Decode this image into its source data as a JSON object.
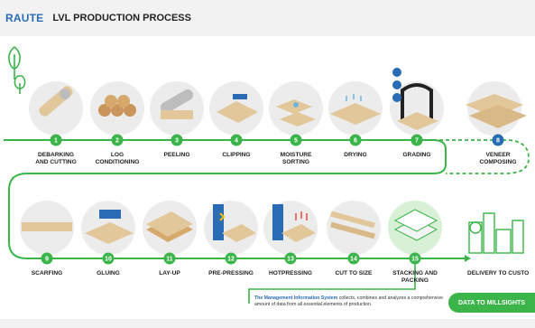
{
  "header": {
    "logo": "RAUTE",
    "title": "LVL PRODUCTION PROCESS"
  },
  "steps": [
    {
      "number": "1",
      "label_lines": [
        "DEBARKING",
        "AND CUTTING"
      ]
    },
    {
      "number": "2",
      "label_lines": [
        "LOG",
        "CONDITIONING"
      ]
    },
    {
      "number": "3",
      "label_lines": [
        "PEELING"
      ]
    },
    {
      "number": "4",
      "label_lines": [
        "CLIPPING"
      ]
    },
    {
      "number": "5",
      "label_lines": [
        "MOISTURE",
        "SORTING"
      ]
    },
    {
      "number": "6",
      "label_lines": [
        "DRYING"
      ]
    },
    {
      "number": "7",
      "label_lines": [
        "GRADING"
      ]
    },
    {
      "number": "8",
      "label_lines": [
        "VENEER",
        "COMPOSING"
      ]
    },
    {
      "number": "9",
      "label_lines": [
        "SCARFING"
      ]
    },
    {
      "number": "10",
      "label_lines": [
        "GLUING"
      ]
    },
    {
      "number": "11",
      "label_lines": [
        "LAY-UP"
      ]
    },
    {
      "number": "12",
      "label_lines": [
        "PRE-PRESSING"
      ]
    },
    {
      "number": "13",
      "label_lines": [
        "HOTPRESSING"
      ]
    },
    {
      "number": "14",
      "label_lines": [
        "CUT TO SIZE"
      ]
    },
    {
      "number": "15",
      "label_lines": [
        "STACKING AND",
        "PACKING"
      ]
    }
  ],
  "delivery": {
    "label": "DELIVERY TO CUSTO"
  },
  "info": {
    "highlight": "The Management Information System",
    "text": " collects, combines and analyzes a comprehensive amount of data from all essential elements of production."
  },
  "cta": {
    "label": "DATA TO MILLSIGHTS"
  },
  "colors": {
    "green": "#3bb54a",
    "blue": "#2a6bb5",
    "wood": "#e2c79a",
    "circle_bg": "#ececec"
  }
}
